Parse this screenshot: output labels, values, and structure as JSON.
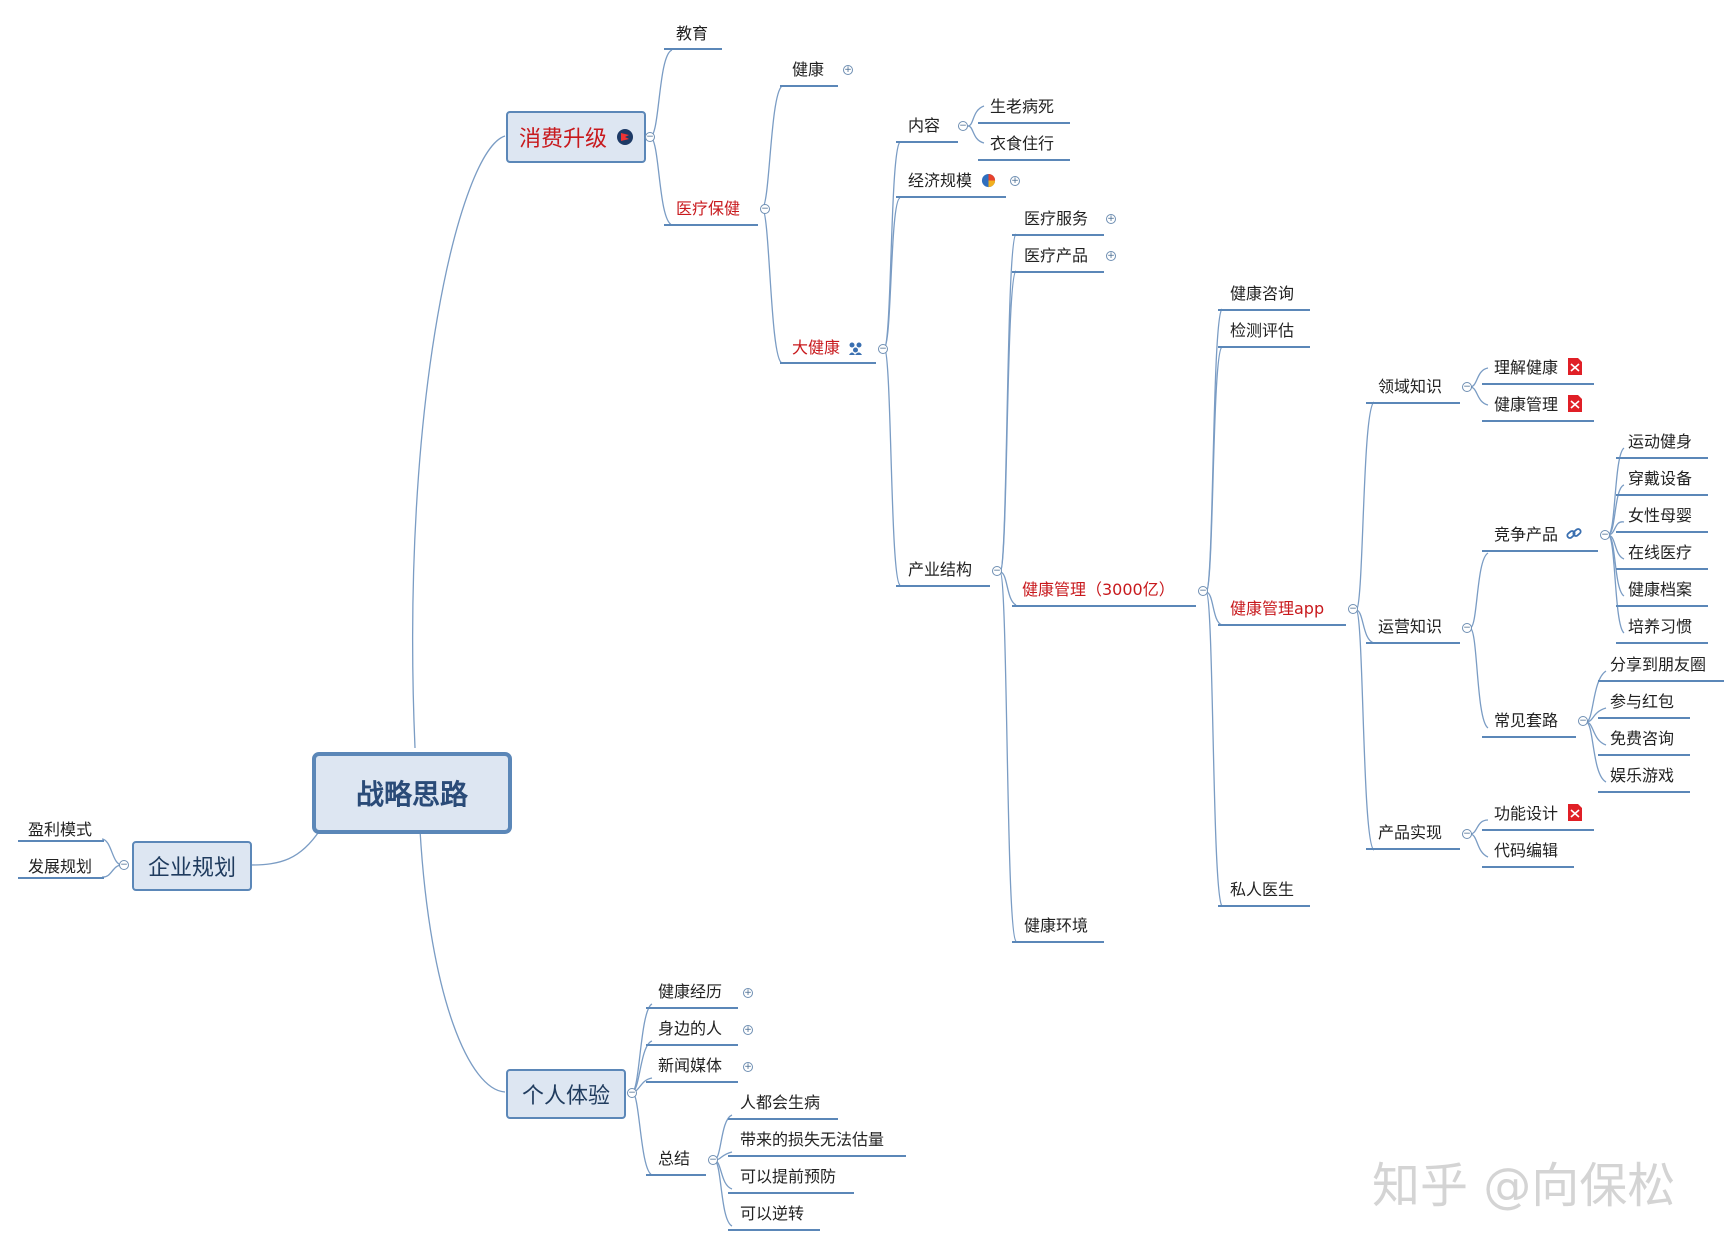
{
  "central": "战略思路",
  "branches": {
    "consumption": "消费升级",
    "planning": "企业规划",
    "experience": "个人体验"
  },
  "consumption": {
    "education": "教育",
    "medical": "医疗保健",
    "health": "健康",
    "big_health": "大健康",
    "content": "内容",
    "life_cycle": "生老病死",
    "daily_needs": "衣食住行",
    "economic_scale": "经济规模",
    "industry_structure": "产业结构",
    "medical_service": "医疗服务",
    "medical_product": "医疗产品",
    "health_management": "健康管理（3000亿）",
    "health_environment": "健康环境",
    "health_consult": "健康咨询",
    "test_assess": "检测评估",
    "hm_app": "健康管理app",
    "private_doctor": "私人医生",
    "domain_knowledge": "领域知识",
    "understand_health": "理解健康",
    "health_mgmt": "健康管理",
    "ops_knowledge": "运营知识",
    "competitors": "竞争产品",
    "comp_items": [
      "运动健身",
      "穿戴设备",
      "女性母婴",
      "在线医疗",
      "健康档案",
      "培养习惯"
    ],
    "common_tactics": "常见套路",
    "tactic_items": [
      "分享到朋友圈",
      "参与红包",
      "免费咨询",
      "娱乐游戏"
    ],
    "product_impl": "产品实现",
    "feature_design": "功能设计",
    "coding": "代码编辑"
  },
  "planning": {
    "profit_model": "盈利模式",
    "dev_plan": "发展规划"
  },
  "experience": {
    "health_history": "健康经历",
    "people_around": "身边的人",
    "news_media": "新闻媒体",
    "summary": "总结",
    "summary_items": [
      "人都会生病",
      "带来的损失无法估量",
      "可以提前预防",
      "可以逆转"
    ]
  },
  "watermark": "知乎 @向保松",
  "colors": {
    "line": "#5b87b8",
    "accent_text": "#c8191d",
    "box_fill": "#dde6f2"
  },
  "icons": [
    "priority-flag-icon",
    "pie-chart-icon",
    "people-icon",
    "pdf-icon",
    "link-icon"
  ]
}
